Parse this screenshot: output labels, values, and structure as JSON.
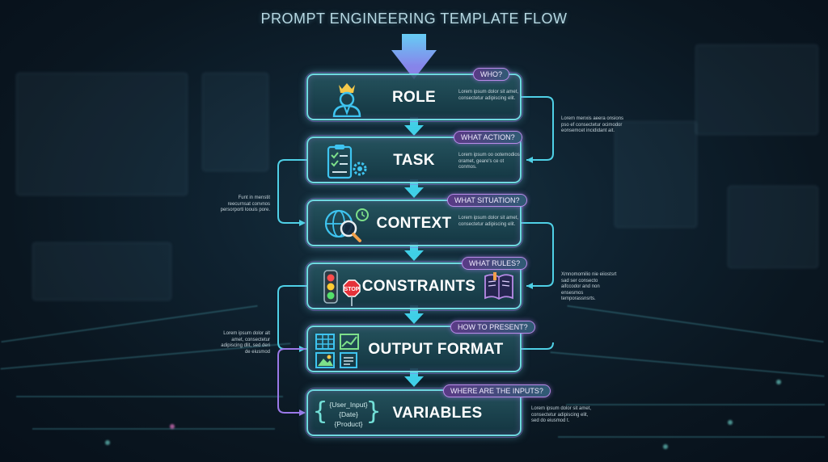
{
  "title": "PROMPT ENGINEERING TEMPLATE FLOW",
  "steps": [
    {
      "label": "ROLE",
      "question": "WHO?",
      "note": "Lorem ipsum dolor sit amet, consectetur adipiscing elit.",
      "icon": "person-with-crown-icon"
    },
    {
      "label": "TASK",
      "question": "WHAT ACTION?",
      "note": "Lorem ipsum oo ootemodios oramet, geare's ce ot conmos.",
      "icon": "clipboard-checklist-gear-icon"
    },
    {
      "label": "CONTEXT",
      "question": "WHAT SITUATION?",
      "note": "Lorem ipsum dolor sit amet, consectetur adipiscing elit.",
      "icon": "globe-magnifier-clock-icon"
    },
    {
      "label": "CONSTRAINTS",
      "question": "WHAT RULES?",
      "note": "",
      "icon": "traffic-light-stop-book-icon"
    },
    {
      "label": "OUTPUT FORMAT",
      "question": "HOW TO PRESENT?",
      "note": "",
      "icon": "table-chart-image-document-icon"
    },
    {
      "label": "VARIABLES",
      "question": "WHERE ARE THE INPUTS?",
      "note": "",
      "icon": "curly-braces-icon"
    }
  ],
  "variables": [
    "{User_Input}",
    "{Date}",
    "{Product}"
  ],
  "side_notes": {
    "right_1": "Lorem menxis aeera onsions pso ef consectetur ocimodor eonsemcet incididant ait.",
    "left_1": "Funt in menstit reecurnsat convnos persorporti loouis pore.",
    "right_2": "Xmnomomilio nie eiiostsrt sad ser consecto aifccodor and non ensesmos temporassnsrts.",
    "left_2": "Lorem ipsum dolor alt amet, consectetur adipiscing dlit, sed deri de eiusmod",
    "right_3": "Lorem ipsum dolor sit amet, consectetur adipiscing elit, sed do eiusmod t."
  },
  "colors": {
    "accent_cyan": "#6fd8e0",
    "accent_purple": "#b98be8",
    "background": "#0a1620",
    "arrow": "#3fd0e8"
  }
}
